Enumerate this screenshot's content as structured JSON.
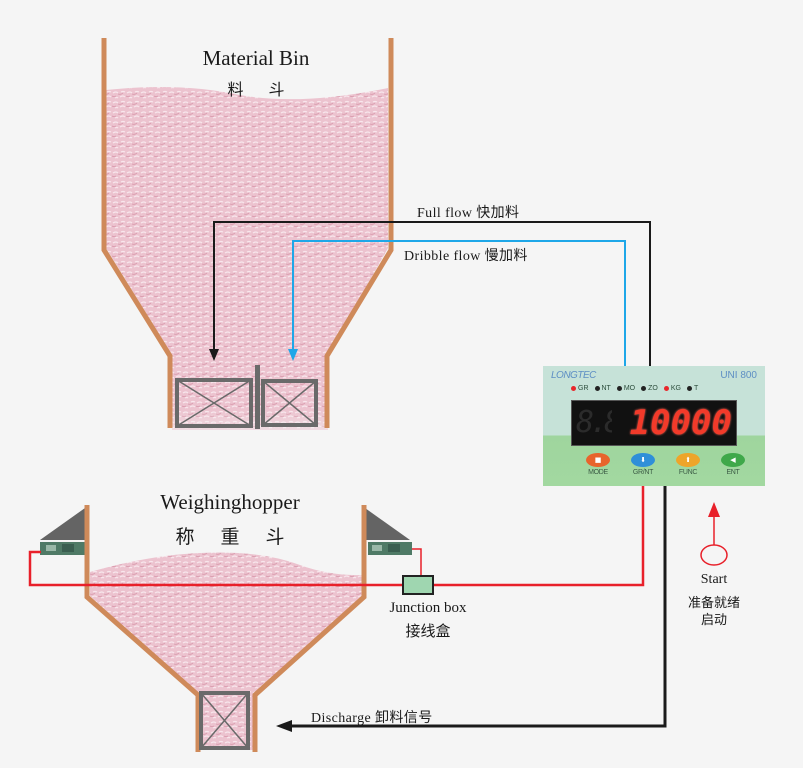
{
  "material_bin": {
    "title_en": "Material Bin",
    "title_cn": "料 斗"
  },
  "flows": {
    "full_flow": "Full flow 快加料",
    "dribble_flow": "Dribble flow 慢加料",
    "discharge": "Discharge 卸料信号"
  },
  "weigh_hopper": {
    "title_en": "Weighinghopper",
    "title_cn": "称 重 斗"
  },
  "junction_box": {
    "label_en": "Junction box",
    "label_cn": "接线盒"
  },
  "start": {
    "label_en": "Start",
    "label_cn_line1": "准备就绪",
    "label_cn_line2": "启动"
  },
  "controller": {
    "brand": "LONGTEC",
    "model": "UNI 800",
    "display_value": "10000",
    "display_ghost": "8.8.",
    "indicators": [
      {
        "label": "GR",
        "on": true
      },
      {
        "label": "NT",
        "on": false
      },
      {
        "label": "MO",
        "on": false
      },
      {
        "label": "ZO",
        "on": false
      },
      {
        "label": "KG",
        "on": true
      },
      {
        "label": "T",
        "on": false
      }
    ],
    "keys": [
      {
        "label": "MODE",
        "glyph": "■",
        "color": "#e8642c"
      },
      {
        "label": "GR/NT",
        "glyph": "⬇",
        "color": "#2f8fd8"
      },
      {
        "label": "FUNC",
        "glyph": "⬆",
        "color": "#eea52a"
      },
      {
        "label": "ENT",
        "glyph": "◀",
        "color": "#3fa84a"
      }
    ]
  },
  "colors": {
    "wall": "#cf8a5a",
    "material": "#e8b9c6",
    "full_flow_line": "#1a1a1a",
    "dribble_line": "#1ea7e8",
    "signal_line": "#e8202a",
    "gate": "#6a6a6a",
    "junction_box_fill": "#9fd6b0"
  }
}
